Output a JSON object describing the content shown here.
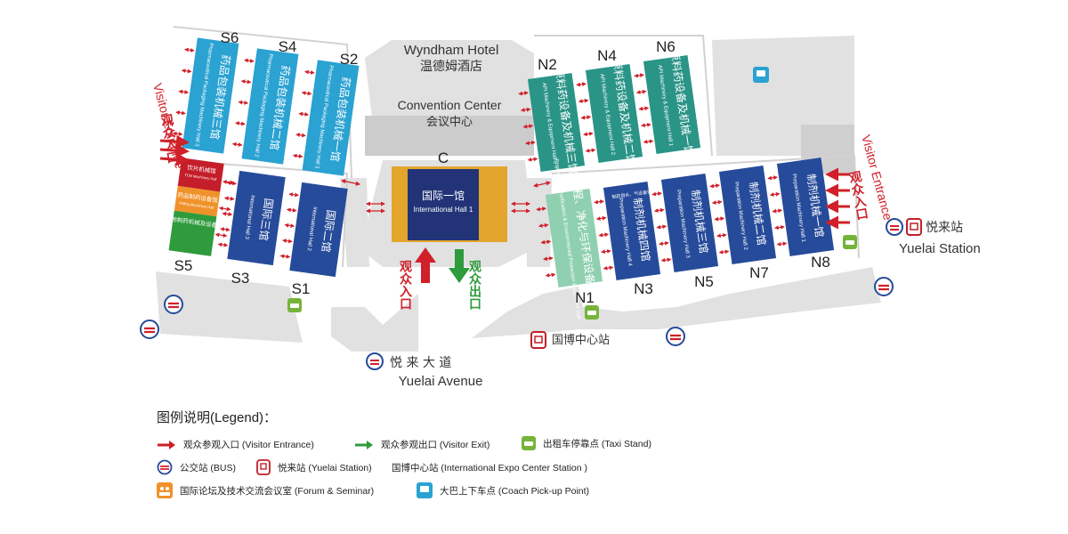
{
  "hotel": {
    "en": "Wyndham Hotel",
    "zh": "温德姆酒店"
  },
  "convention": {
    "en": "Convention Center",
    "zh": "会议中心",
    "code": "C"
  },
  "hall_c": {
    "zh": "国际一馆",
    "en": "International Hall 1"
  },
  "visitor_entrance_en": "Visitor Entrance",
  "visitor_entrance_zh": "观众入口",
  "visitor_exit_zh": "观众出口",
  "station_right": {
    "zh": "悦来站",
    "en": "Yuelai Station"
  },
  "expo_station": "国博中心站",
  "avenue": {
    "zh": "悦 来 大 道",
    "en": "Yuelai Avenue"
  },
  "south_halls": [
    {
      "code": "S6",
      "zh": "药品包装机械三馆",
      "en": "Pharmaceutical Packaging Machinery Hall 3"
    },
    {
      "code": "S4",
      "zh": "药品包装机械二馆",
      "en": "Pharmaceutical Packaging Machinery Hall 2"
    },
    {
      "code": "S2",
      "zh": "药品包装机械一馆",
      "en": "Pharmaceutical Packaging Machinery Hall 1"
    },
    {
      "code": "S5",
      "zh": "",
      "en": ""
    },
    {
      "code": "S3",
      "zh": "国际三馆",
      "en": "International Hall 3"
    },
    {
      "code": "S1",
      "zh": "国际二馆",
      "en": "International Hall 2"
    }
  ],
  "s5_parts": [
    {
      "zh": "饮片机械馆",
      "en": "TCM Machinery Hall"
    },
    {
      "zh": "药品制药设备馆",
      "en": "Milling Machinery Hall"
    },
    {
      "zh": "其他制药机械及设备馆",
      "en": ""
    }
  ],
  "north_halls": [
    {
      "code": "N2",
      "zh": "原料药设备及机械三馆",
      "en": "API Machinery & Equipment Hall 3"
    },
    {
      "code": "N4",
      "zh": "原料药设备及机械二馆",
      "en": "API Machinery & Equipment Hall 2"
    },
    {
      "code": "N6",
      "zh": "原料药设备及机械一馆",
      "en": "API Machinery & Equipment Hall 1"
    },
    {
      "code": "N1",
      "zh": "工程、净化与环保设备馆",
      "en": "Engineering, Purification & Environmental Protection Equipment Hall"
    },
    {
      "code": "N3",
      "zh": "制剂机械四馆",
      "en": "Preparation Machinery Hall 4"
    },
    {
      "code": "N5",
      "zh": "制剂机械三馆",
      "en": "Preparation Machinery Hall 3"
    },
    {
      "code": "N7",
      "zh": "制剂机械二馆",
      "en": "Preparation Machinery Hall 2"
    },
    {
      "code": "N8",
      "zh": "制剂机械一馆",
      "en": "Preparation Machinery Hall 1"
    }
  ],
  "n3_top_label": "制药用水、气设备馆",
  "legend": {
    "title": "图例说明(Legend)：",
    "items": [
      {
        "icon": "red-arrow-icon",
        "label": "观众参观入口 (Visitor Entrance)"
      },
      {
        "icon": "green-arrow-icon",
        "label": "观众参观出口 (Visitor Exit)"
      },
      {
        "icon": "taxi-icon",
        "label": "出租车停靠点 (Taxi Stand)"
      },
      {
        "icon": "bus-stop-icon",
        "label": "公交站 (BUS)"
      },
      {
        "icon": "metro-icon",
        "label": "悦来站 (Yuelai Station)"
      },
      {
        "icon": "none",
        "label": "国博中心站 (International Expo Center Station )"
      },
      {
        "icon": "forum-icon",
        "label": "国际论坛及技术交流会议室 (Forum & Seminar)"
      },
      {
        "icon": "coach-icon",
        "label": "大巴上下车点 (Coach Pick-up Point)"
      }
    ]
  },
  "colors": {
    "cyan": "#2aa2d2",
    "blue": "#264b9a",
    "teal": "#2a9487",
    "mint": "#8fd0b0",
    "gold": "#e3a52c",
    "navy": "#223377",
    "red": "#d0202a",
    "green": "#2e9b3c",
    "dark_red": "#c41e2a",
    "orange": "#f0922a",
    "lime": "#76b33a",
    "gray": "#d9d9d9"
  }
}
